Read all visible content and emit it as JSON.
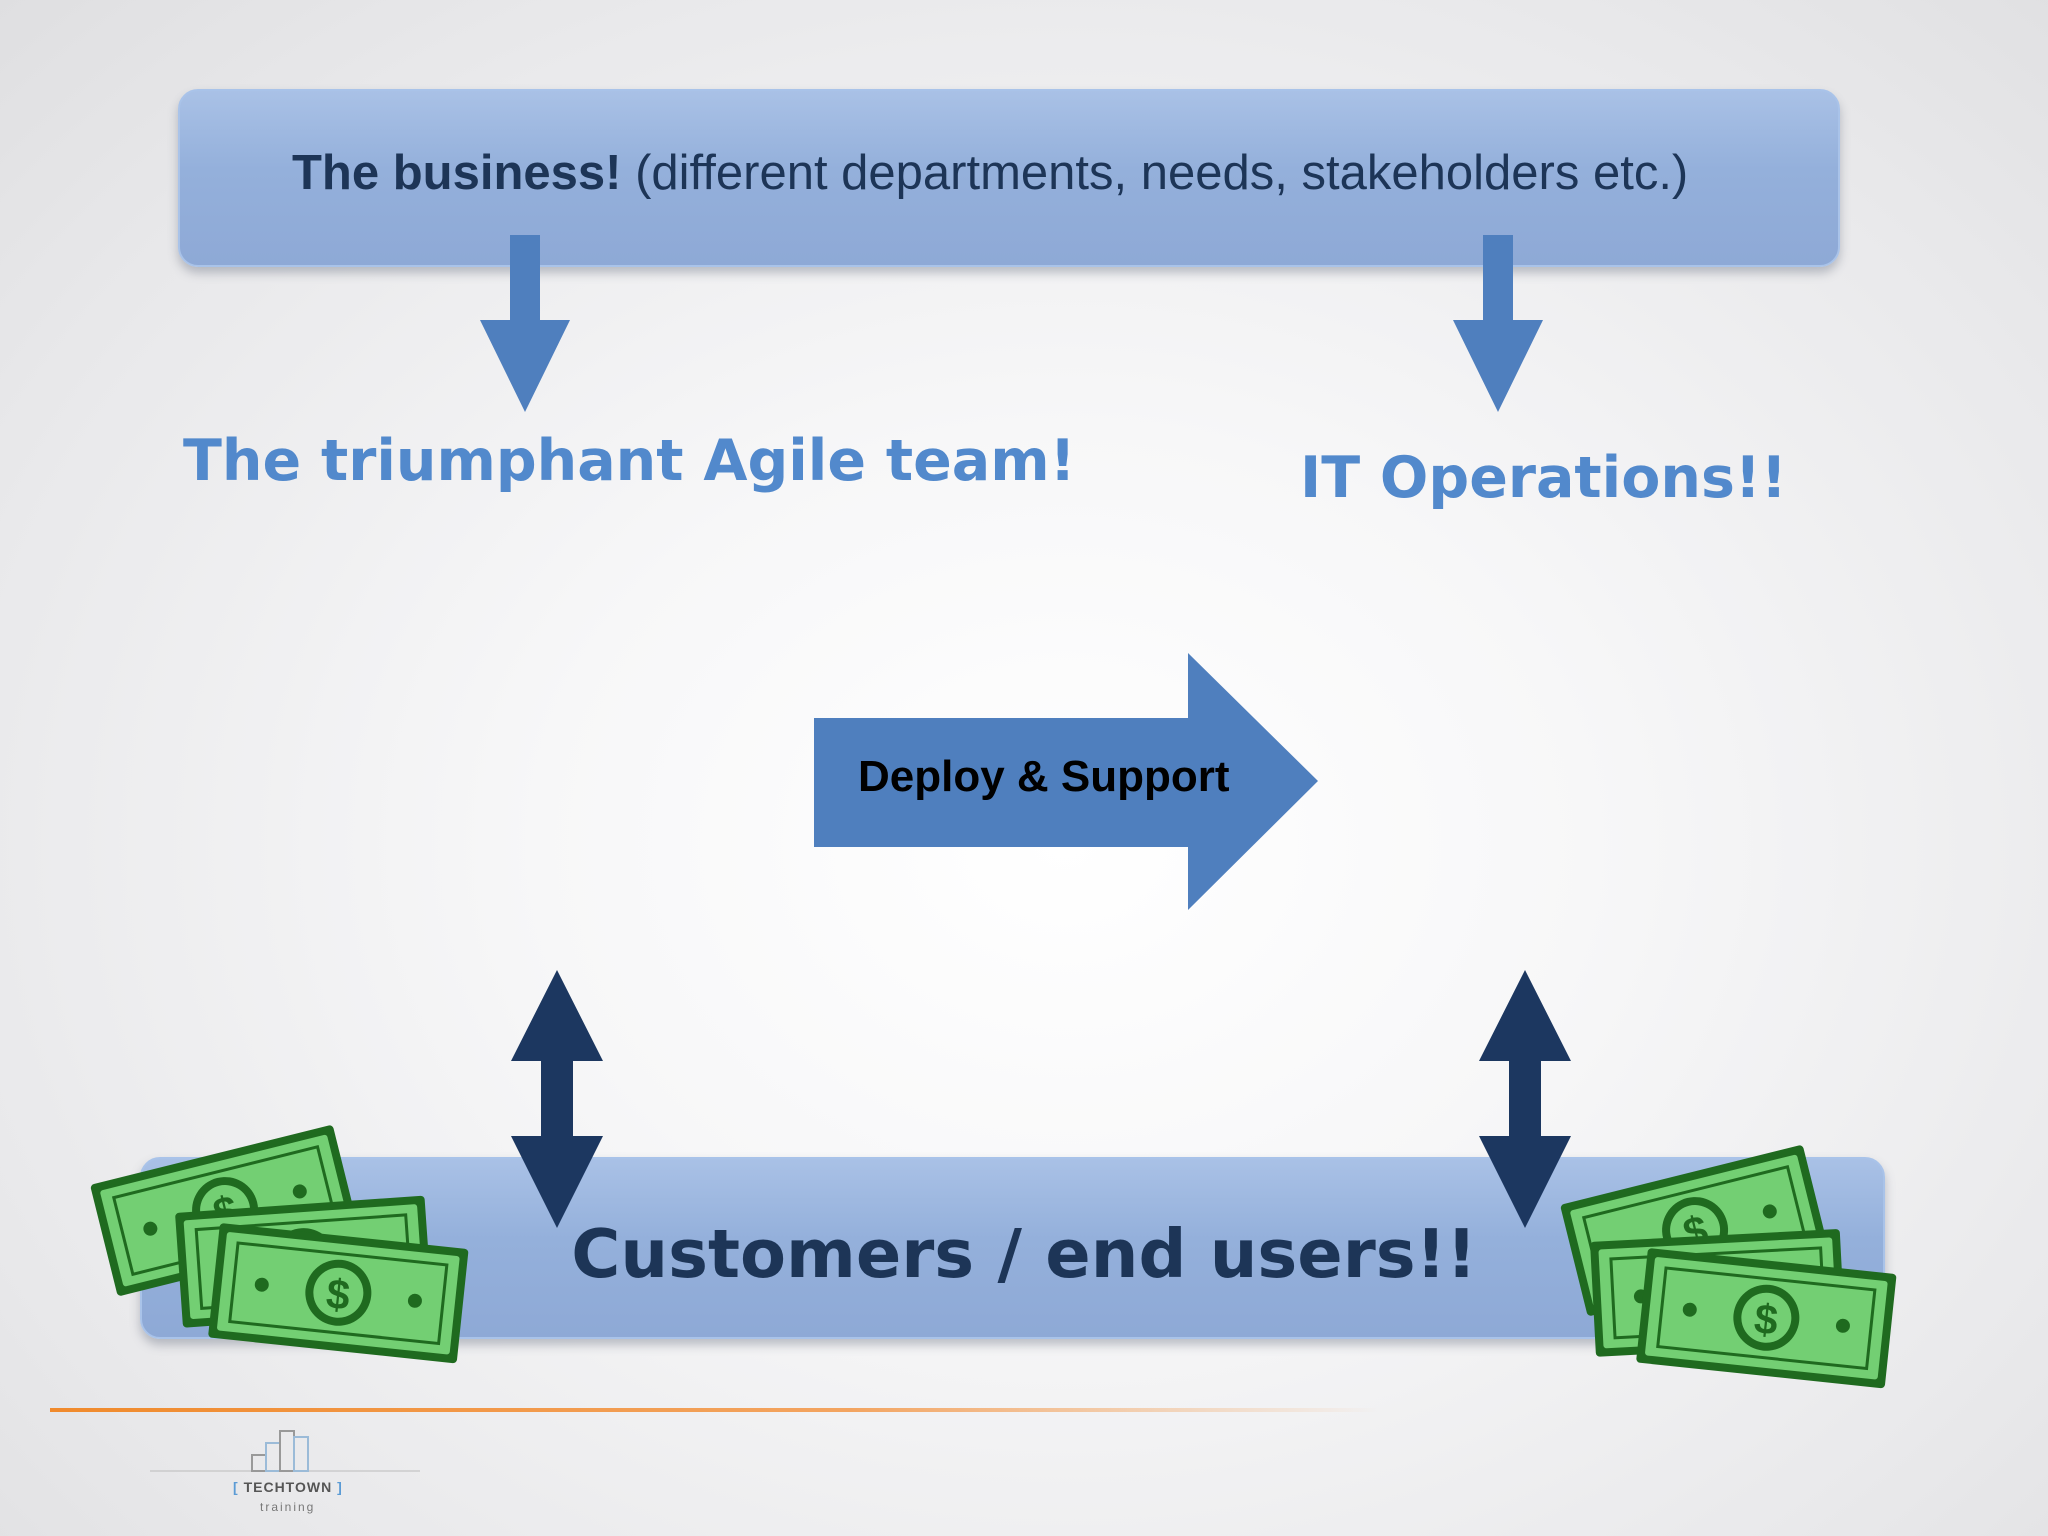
{
  "diagram": {
    "business_bold": "The business!",
    "business_rest": " (different departments, needs, stakeholders etc.)",
    "agile_team": "The triumphant Agile team!",
    "it_operations": "IT Operations!!",
    "deploy_support": "Deploy & Support",
    "customers": "Customers / end users!!"
  },
  "logo": {
    "name": "TECHTOWN",
    "sub": "training"
  },
  "colors": {
    "bar_fill": "#94b0db",
    "arrow_light": "#4f7fbe",
    "arrow_dark": "#1c3760",
    "heading_blue": "#5289cc",
    "money_green": "#6cc56c",
    "footer_orange": "#f08a2c"
  },
  "icons": [
    "arrow-down-icon",
    "arrow-right-icon",
    "double-arrow-icon",
    "money-stack-icon"
  ]
}
